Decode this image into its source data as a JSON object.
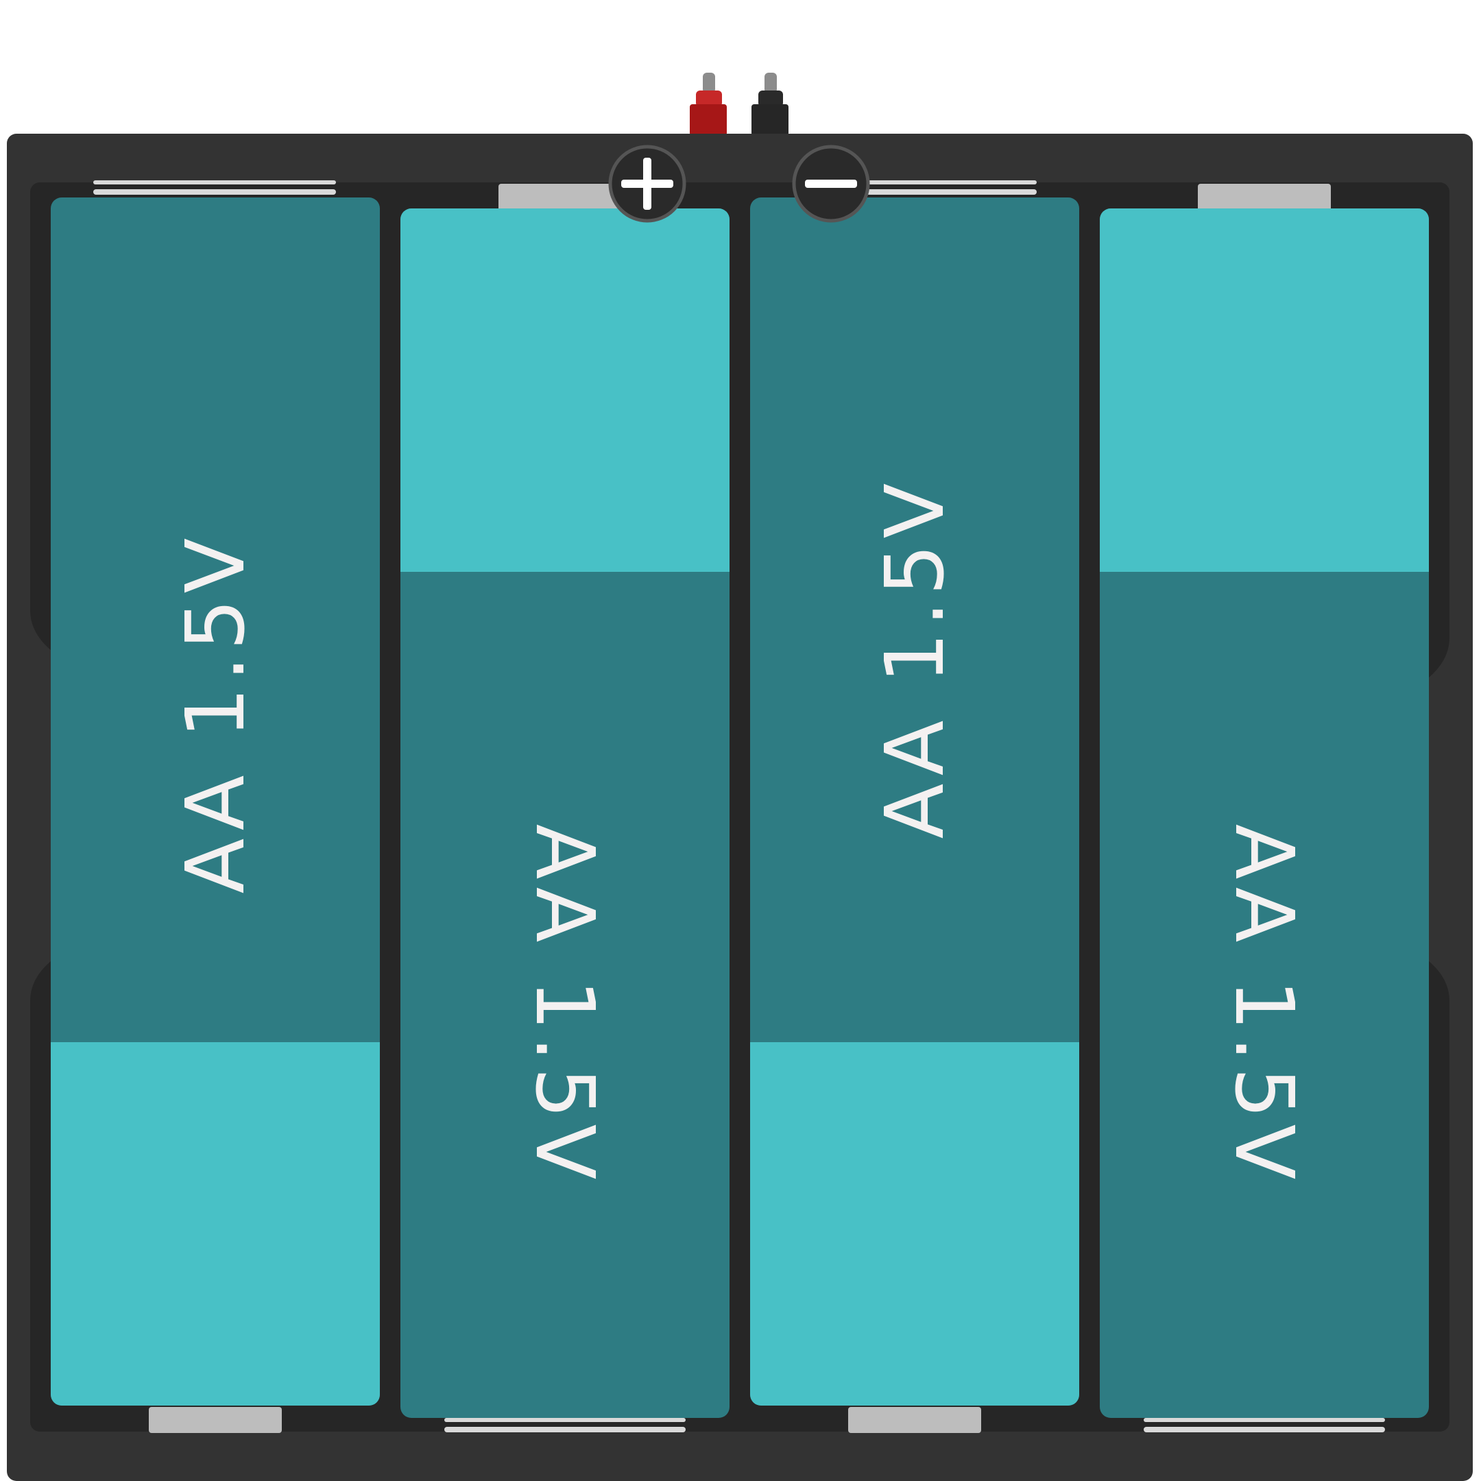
{
  "battery_holder": {
    "battery_count": 4,
    "positive_symbol": "+",
    "negative_symbol": "−",
    "colors": {
      "case": "#333333",
      "case_inner": "#262626",
      "battery_light": "#48c1c6",
      "battery_dark": "#2e7c83",
      "label": "#f4f1f1",
      "contact": "#bdbdbd",
      "positive_wire": "#b51c1c",
      "negative_wire": "#2a2a2a"
    },
    "batteries": [
      {
        "label": "AA 1.5V",
        "orientation": "rotated-ccw",
        "cap": "bottom"
      },
      {
        "label": "AA 1.5V",
        "orientation": "rotated-cw",
        "cap": "top"
      },
      {
        "label": "AA 1.5V",
        "orientation": "rotated-ccw",
        "cap": "bottom"
      },
      {
        "label": "AA 1.5V",
        "orientation": "rotated-cw",
        "cap": "top"
      }
    ]
  }
}
